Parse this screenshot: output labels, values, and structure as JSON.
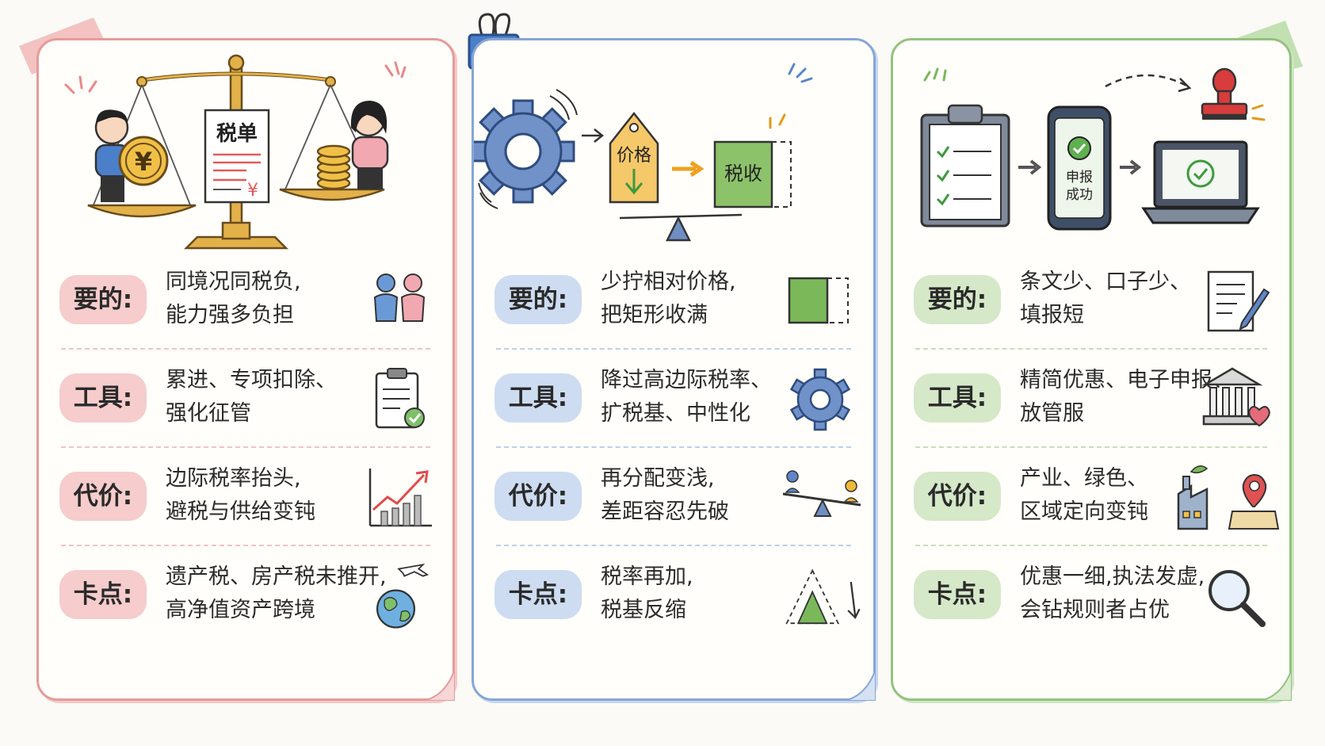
{
  "cards": [
    {
      "id": "left",
      "accent": "#e79a9a",
      "scale_label": "税单",
      "scale_currency": "¥",
      "rows": [
        {
          "label": "要的:",
          "line1": "同境况同税负,",
          "line2": "能力强多负担",
          "icon": "two-people-icon"
        },
        {
          "label": "工具:",
          "line1": "累进、专项扣除、",
          "line2": "强化征管",
          "icon": "clipboard-check-icon"
        },
        {
          "label": "代价:",
          "line1": "边际税率抬头,",
          "line2": "避税与供给变钝",
          "icon": "rising-chart-icon"
        },
        {
          "label": "卡点:",
          "line1": "遗产税、房产税未推开,",
          "line2": "高净值资产跨境",
          "icon": "globe-plane-icon"
        }
      ]
    },
    {
      "id": "middle",
      "accent": "#86a6d6",
      "price_tag": "价格",
      "tax_box": "税收",
      "rows": [
        {
          "label": "要的:",
          "line1": "少拧相对价格,",
          "line2": "把矩形收满",
          "icon": "filled-rectangle-icon"
        },
        {
          "label": "工具:",
          "line1": "降过高边际税率、",
          "line2": "扩税基、中性化",
          "icon": "gear-icon"
        },
        {
          "label": "代价:",
          "line1": "再分配变浅,",
          "line2": "差距容忍先破",
          "icon": "seesaw-icon"
        },
        {
          "label": "卡点:",
          "line1": "税率再加,",
          "line2": "税基反缩",
          "icon": "shrinking-triangle-icon"
        }
      ]
    },
    {
      "id": "right",
      "accent": "#94c27f",
      "phone_text_1": "申报",
      "phone_text_2": "成功",
      "rows": [
        {
          "label": "要的:",
          "line1": "条文少、口子少、",
          "line2": "填报短",
          "icon": "document-pen-icon"
        },
        {
          "label": "工具:",
          "line1": "精简优惠、电子申报、",
          "line2": "放管服",
          "icon": "government-heart-icon"
        },
        {
          "label": "代价:",
          "line1": "产业、绿色、",
          "line2": "区域定向变钝",
          "icon": "factory-map-icon"
        },
        {
          "label": "卡点:",
          "line1": "优惠一细,执法发虚,",
          "line2": "会钻规则者占优",
          "icon": "magnifier-icon"
        }
      ]
    }
  ]
}
